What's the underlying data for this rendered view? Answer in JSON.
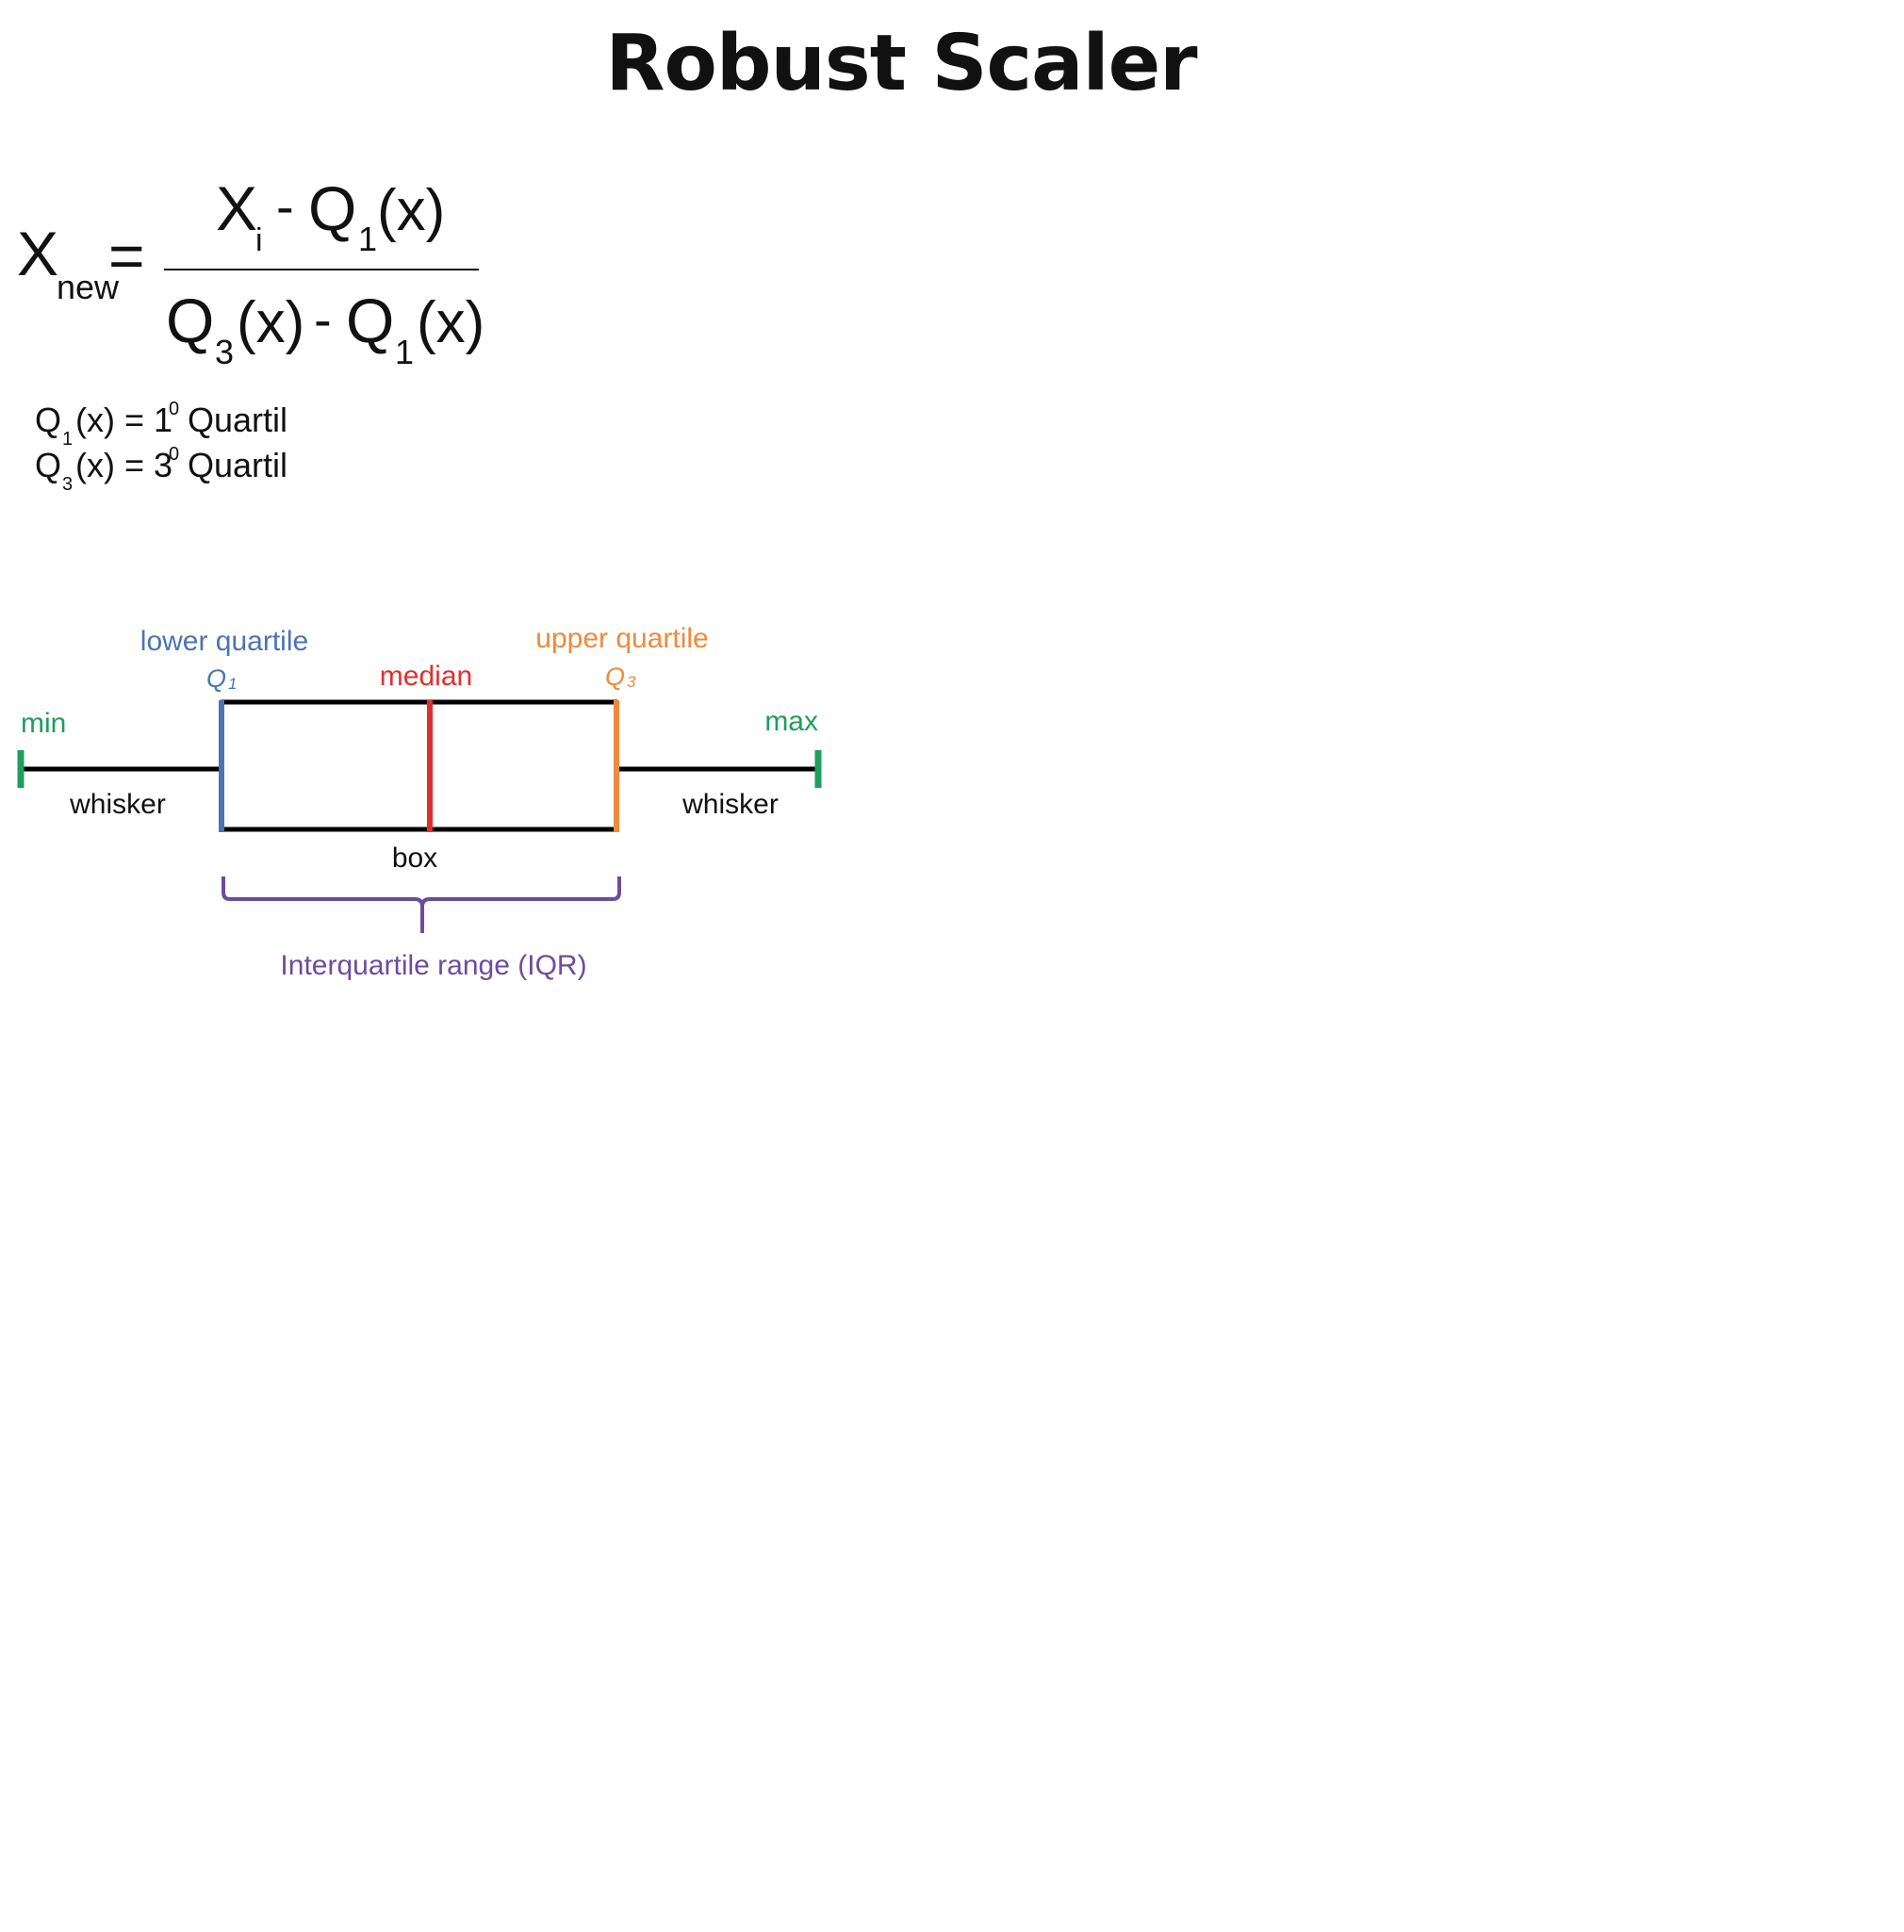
{
  "title": "Robust Scaler",
  "formula": {
    "lhs_main": "X",
    "lhs_sub": "new",
    "equals": "=",
    "numerator": {
      "x": "X",
      "x_sub": "i",
      "minus": "-",
      "q": "Q",
      "q_sub": "1",
      "arg": "(x)"
    },
    "denominator": {
      "q3": "Q",
      "q3_sub": "3",
      "q3_arg": "(x)",
      "minus": "-",
      "q1": "Q",
      "q1_sub": "1",
      "q1_arg": "(x)"
    }
  },
  "definitions": [
    {
      "q": "Q",
      "sub": "1",
      "arg": "(x) = 1",
      "sup": "0",
      "word": "Quartil"
    },
    {
      "q": "Q",
      "sub": "3",
      "arg": "(x) = 3",
      "sup": "0",
      "word": "Quartil"
    }
  ],
  "boxplot": {
    "colors": {
      "min_max": "#1f9e5c",
      "q1": "#4a74b5",
      "median": "#e02f2f",
      "q3": "#ee8a3c",
      "iqr": "#6e4c9c",
      "line": "#000000",
      "text": "#111111"
    },
    "labels": {
      "min": "min",
      "max": "max",
      "lower_quartile": "lower quartile",
      "upper_quartile": "upper quartile",
      "q1_letter": "Q",
      "q1_sub": "1",
      "q3_letter": "Q",
      "q3_sub": "3",
      "median": "median",
      "whisker_left": "whisker",
      "whisker_right": "whisker",
      "box": "box",
      "iqr": "Interquartile range (IQR)"
    }
  }
}
